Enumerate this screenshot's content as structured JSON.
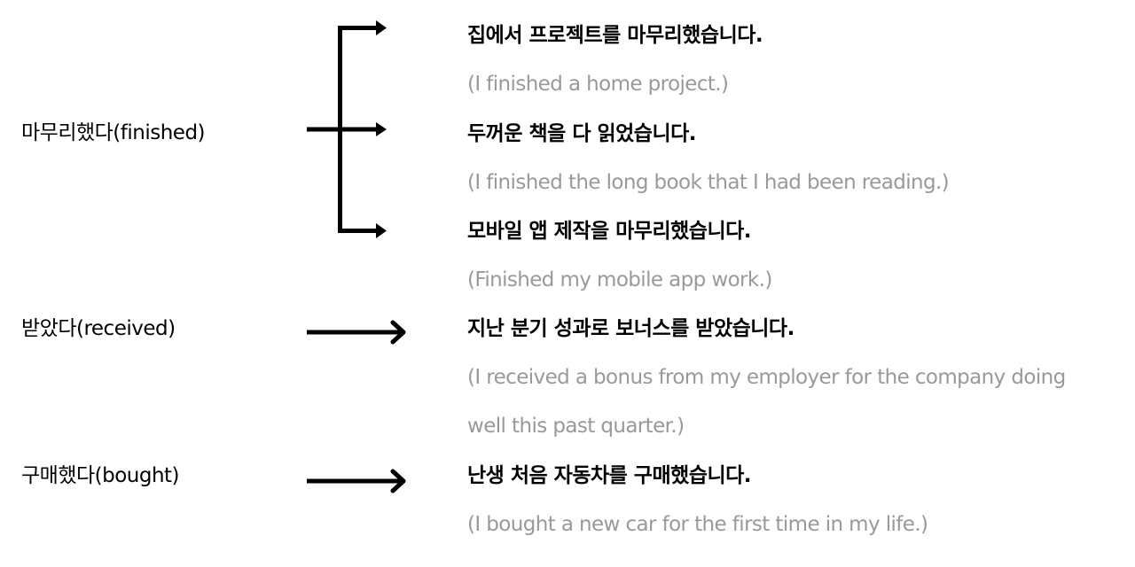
{
  "groups": [
    {
      "verb": "마무리했다(finished)",
      "examples": [
        {
          "ko": "집에서 프로젝트를 마무리했습니다.",
          "en": "(I finished a home project.)"
        },
        {
          "ko": "두꺼운 책을 다 읽었습니다.",
          "en": "(I finished the long book that I had been reading.)"
        },
        {
          "ko": "모바일 앱 제작을 마무리했습니다.",
          "en": "(Finished my mobile app work.)"
        }
      ]
    },
    {
      "verb": "받았다(received)",
      "examples": [
        {
          "ko": "지난 분기 성과로 보너스를 받았습니다.",
          "en_line1": "(I received a bonus from my employer for the company doing",
          "en_line2": "well this past quarter.)"
        }
      ]
    },
    {
      "verb": "구매했다(bought)",
      "examples": [
        {
          "ko": "난생 처음 자동차를 구매했습니다.",
          "en": "(I bought a new car for the first time in my life.)"
        }
      ]
    }
  ],
  "colors": {
    "primary_text": "#000000",
    "translation_text": "#999999",
    "arrow": "#000000"
  }
}
